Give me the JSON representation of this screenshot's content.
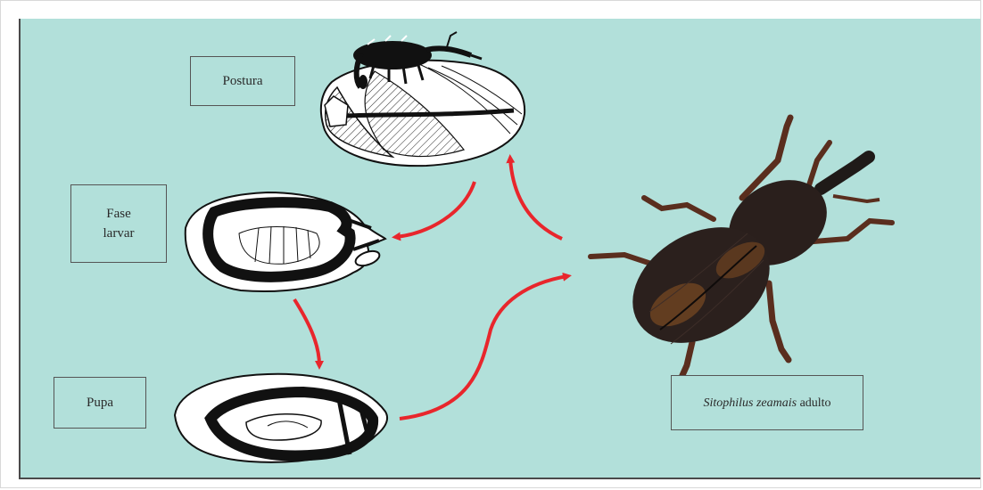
{
  "colors": {
    "panel_background": "#b2e0da",
    "arrow": "#e8262c",
    "drawing_ink": "#111111"
  },
  "labels": {
    "postura": "Postura",
    "fase_larvar_line1": "Fase",
    "fase_larvar_line2": "larvar",
    "pupa": "Pupa",
    "adult_species": "Sitophilus zeamais",
    "adult_suffix": " adulto"
  }
}
